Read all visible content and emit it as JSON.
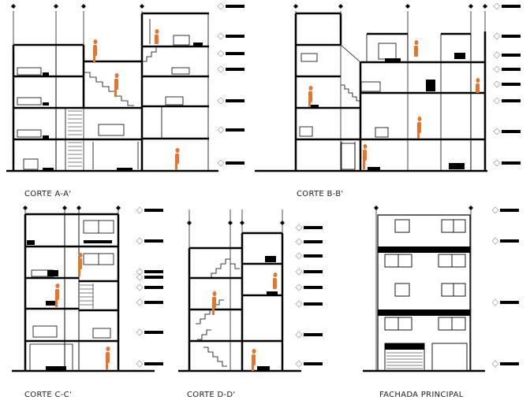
{
  "drawing": {
    "title": "",
    "views": [
      {
        "id": "a",
        "label": "CORTE A-A'"
      },
      {
        "id": "b",
        "label": "CORTE B-B'"
      },
      {
        "id": "c",
        "label": "CORTE C-C'"
      },
      {
        "id": "d",
        "label": "CORTE D-D'"
      },
      {
        "id": "e",
        "label": "FACHADA PRINCIPAL"
      }
    ],
    "colors": {
      "line": "#000000",
      "figure": "#e8742a",
      "text": "#222222",
      "marker": "#9a9a9a"
    }
  }
}
